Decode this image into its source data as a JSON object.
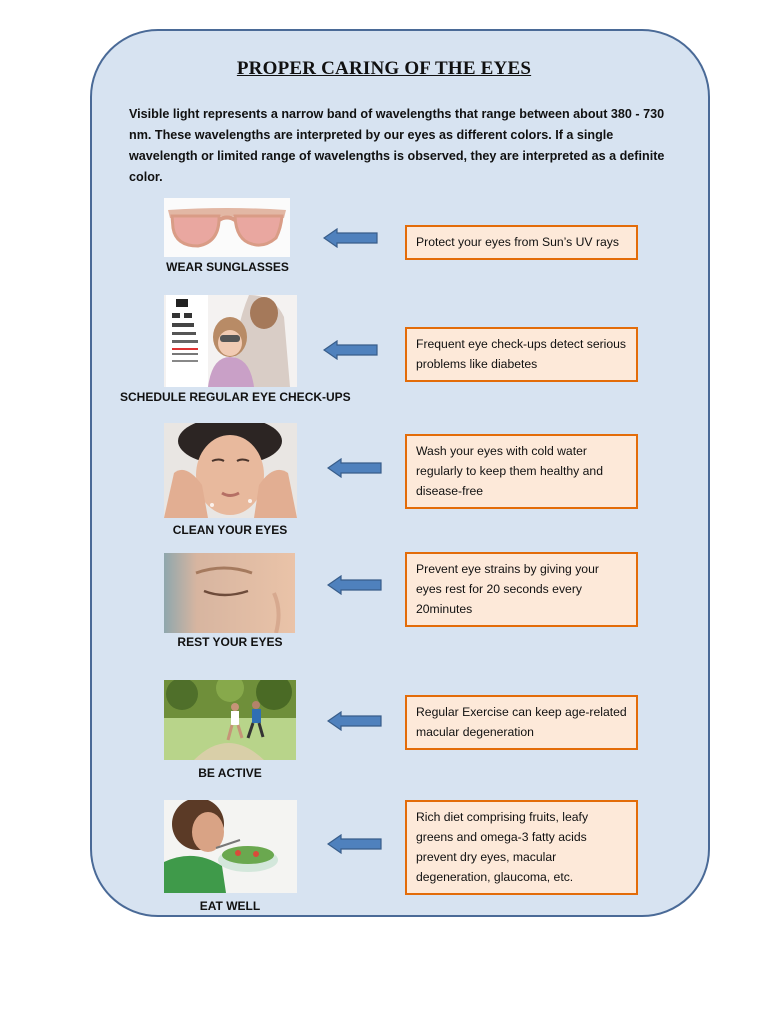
{
  "title": "PROPER CARING OF THE EYES",
  "intro": "Visible light represents a narrow band of wavelengths that range between about 380 - 730 nm. These wavelengths are interpreted by our eyes as different colors.  If a single wavelength or limited range of wavelengths is observed, they are interpreted as a definite color.",
  "tips": [
    {
      "label": "WEAR SUNGLASSES",
      "text": "Protect your eyes from Sun’s UV rays",
      "icon": "sunglasses-photo"
    },
    {
      "label": "SCHEDULE REGULAR EYE CHECK-UPS",
      "text": "Frequent eye check-ups detect serious problems like diabetes",
      "icon": "eye-exam-photo"
    },
    {
      "label": "CLEAN YOUR EYES",
      "text": "Wash your eyes with cold water regularly to keep them healthy and disease-free",
      "icon": "face-washing-photo"
    },
    {
      "label": "REST YOUR EYES",
      "text": "Prevent eye strains by giving your eyes rest for 20 seconds every 20minutes",
      "icon": "closed-eyes-photo"
    },
    {
      "label": "BE ACTIVE",
      "text": "Regular Exercise can keep age-related macular degeneration",
      "icon": "jogging-photo"
    },
    {
      "label": "EAT WELL",
      "text": "Rich diet comprising fruits, leafy greens and omega-3 fatty acids prevent dry eyes, macular degeneration, glaucoma, etc.",
      "icon": "salad-photo"
    }
  ],
  "colors": {
    "card_fill": "#d7e3f1",
    "card_border": "#4a6a97",
    "box_fill": "#fde9d9",
    "box_border": "#e36c09",
    "arrow": "#4f81bd"
  }
}
